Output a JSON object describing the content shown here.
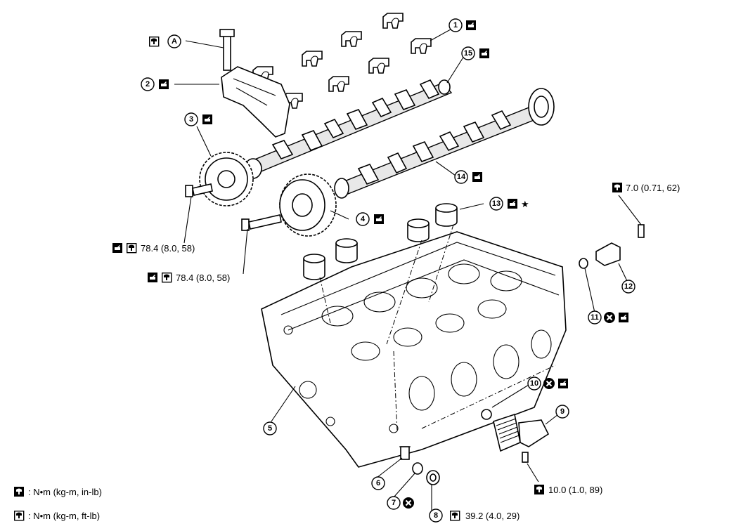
{
  "callouts": [
    {
      "num": "1",
      "id": "1"
    },
    {
      "num": "2",
      "id": "2"
    },
    {
      "num": "3",
      "id": "3"
    },
    {
      "num": "4",
      "id": "4"
    },
    {
      "num": "5",
      "id": "5"
    },
    {
      "num": "6",
      "id": "6"
    },
    {
      "num": "7",
      "id": "7"
    },
    {
      "num": "8",
      "id": "8"
    },
    {
      "num": "9",
      "id": "9"
    },
    {
      "num": "10",
      "id": "10"
    },
    {
      "num": "11",
      "id": "11"
    },
    {
      "num": "12",
      "id": "12"
    },
    {
      "num": "13",
      "id": "13"
    },
    {
      "num": "14",
      "id": "14"
    },
    {
      "num": "15",
      "id": "15"
    }
  ],
  "letter_a": "A",
  "star": "★",
  "torques": {
    "sensor_bolt": "7.0 (0.71, 62)",
    "sprocket_bolt_3": "78.4 (8.0, 58)",
    "sprocket_bolt_4": "78.4 (8.0, 58)",
    "solenoid_bolt": "10.0 (1.0, 89)",
    "plug": "39.2 (4.0, 29)"
  },
  "legend": {
    "inlb": ": N•m (kg-m, in-lb)",
    "ftlb": ": N•m (kg-m, ft-lb)"
  },
  "icons": {
    "oil": "oil-can-icon",
    "torque": "torque-wrench-icon",
    "do_not_reuse": "do-not-reuse-icon"
  }
}
